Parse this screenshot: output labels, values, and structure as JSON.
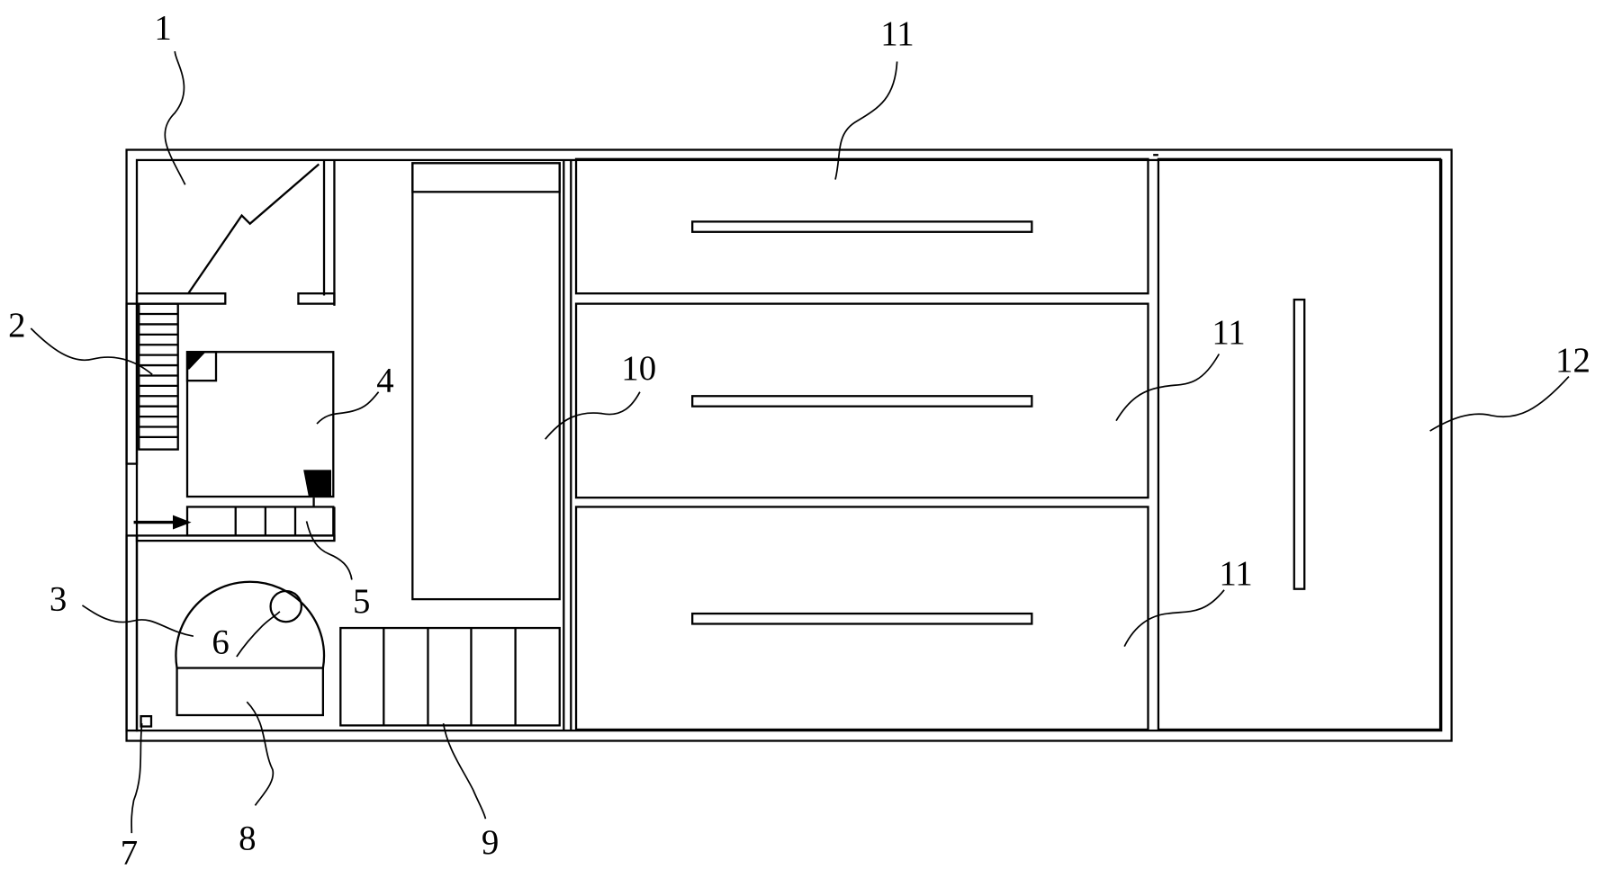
{
  "diagram": {
    "labels": {
      "l1": "1",
      "l2": "2",
      "l3": "3",
      "l4": "4",
      "l5": "5",
      "l6": "6",
      "l7": "7",
      "l8": "8",
      "l9": "9",
      "l10": "10",
      "l11a": "11",
      "l11b": "11",
      "l11c": "11",
      "l12": "12"
    },
    "arrow_icon": "arrow-right-icon",
    "stroke_color": "#000000",
    "background_color": "#ffffff"
  }
}
